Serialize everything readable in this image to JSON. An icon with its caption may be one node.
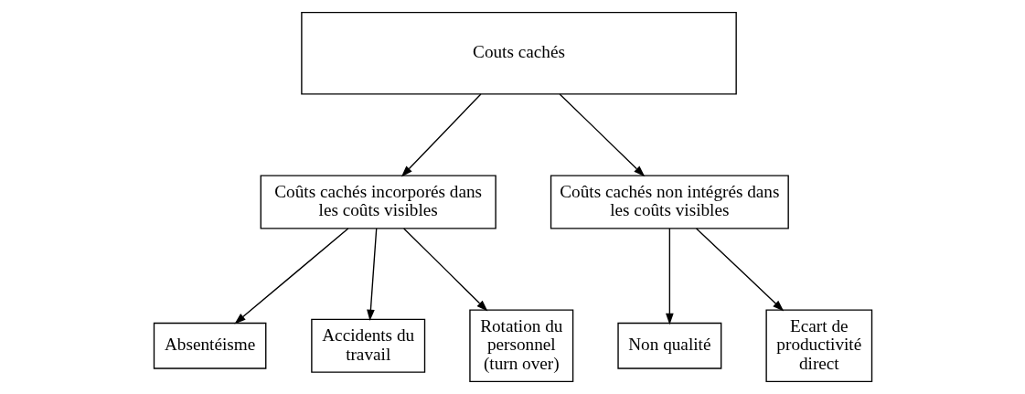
{
  "diagram": {
    "nodes": [
      {
        "text": [
          "Couts cachés"
        ]
      },
      {
        "text": [
          "Coûts cachés incorporés dans les coûts visibles"
        ]
      },
      {
        "text": [
          "Coûts cachés non intégrés dans les coûts visibles"
        ]
      },
      {
        "text": [
          "Absentéisme"
        ]
      },
      {
        "text": [
          "Accidents du travail"
        ]
      },
      {
        "text": [
          "Rotation du personnel (turn over)"
        ]
      },
      {
        "text": [
          "Non qualité"
        ]
      },
      {
        "text": [
          "Ecart de productivité direct"
        ]
      }
    ],
    "edges": [
      {
        "from": 0,
        "to": 1,
        "arrow": "to"
      },
      {
        "from": 0,
        "to": 2,
        "arrow": "to"
      },
      {
        "from": 1,
        "to": 3,
        "arrow": "to"
      },
      {
        "from": 1,
        "to": 4,
        "arrow": "to"
      },
      {
        "from": 1,
        "to": 5,
        "arrow": "to"
      },
      {
        "from": 2,
        "to": 6,
        "arrow": "to"
      },
      {
        "from": 2,
        "to": 7,
        "arrow": "to"
      }
    ]
  }
}
